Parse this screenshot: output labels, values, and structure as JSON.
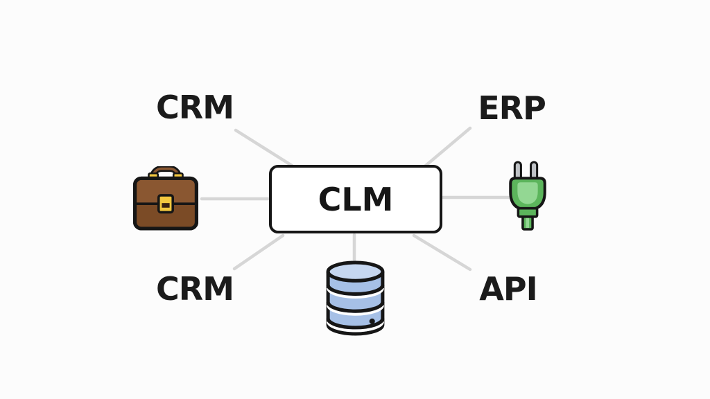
{
  "diagram": {
    "center_label": "CLM",
    "labels": {
      "crm_top": "CRM",
      "erp": "ERP",
      "crm_bottom": "CRM",
      "api": "API"
    },
    "icons": [
      "briefcase-icon",
      "plug-icon",
      "database-icon"
    ],
    "colors": {
      "background": "#fcfcfc",
      "connector": "#d6d6d6",
      "outline": "#161616",
      "briefcase_brown": "#8a5731",
      "briefcase_brown_dark": "#7b4b26",
      "clasp_gold": "#f3c83f",
      "clasp_slot_dark": "#3a2212",
      "prong_gray": "#c0c3c7",
      "plug_green": "#5cb55c",
      "plug_green_light": "#93d793",
      "database_blue": "#a6c0e6",
      "database_blue_light": "#c6d7f0"
    }
  }
}
